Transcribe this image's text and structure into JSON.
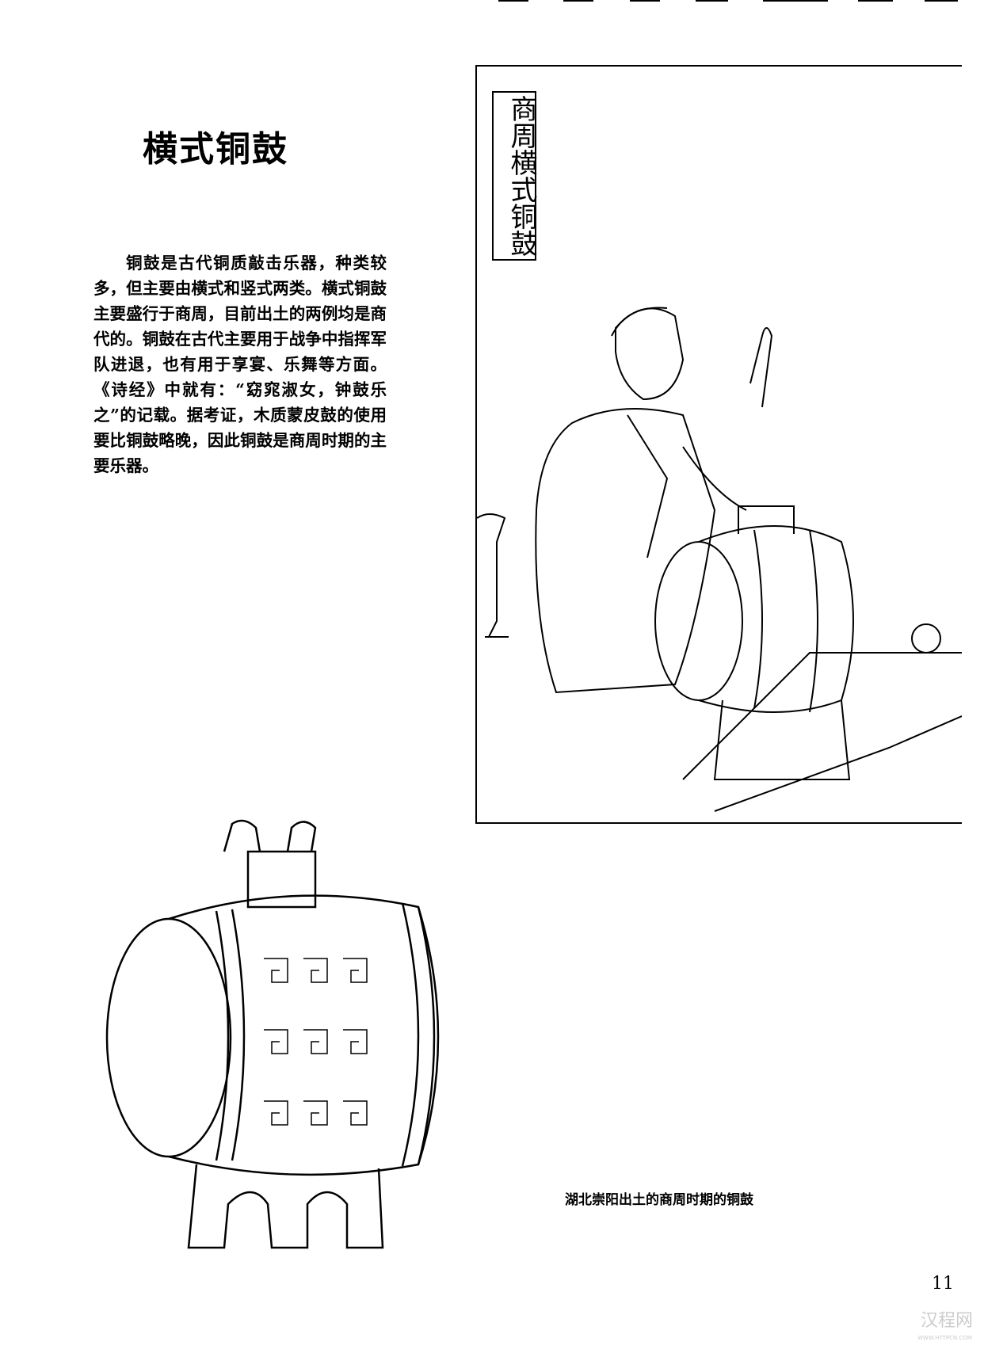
{
  "title": "横式铜鼓",
  "body_text": "铜鼓是古代铜质敲击乐器，种类较多，但主要由横式和竖式两类。横式铜鼓主要盛行于商周，目前出土的两例均是商代的。铜鼓在古代主要用于战争中指挥军队进退，也有用于享宴、乐舞等方面。《诗经》中就有：“窈窕淑女，钟鼓乐之”的记载。据考证，木质蒙皮鼓的使用要比铜鼓略晚，因此铜鼓是商周时期的主要乐器。",
  "illustration": {
    "label": "商周横式铜鼓"
  },
  "caption": "湖北崇阳出土的商周时期的铜鼓",
  "page_number": "11",
  "watermark": {
    "name": "汉程网",
    "url": "WWW.HTTPCN.COM"
  }
}
